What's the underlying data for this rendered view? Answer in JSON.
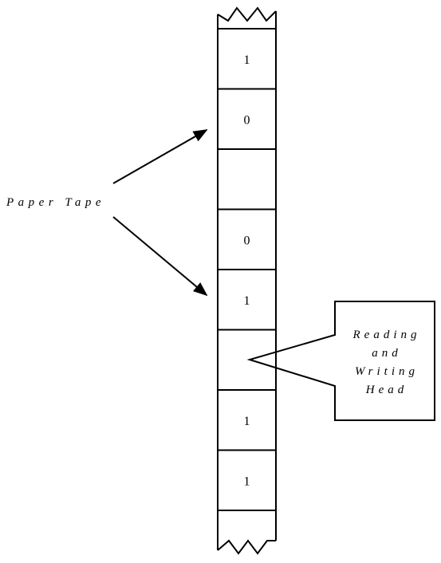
{
  "tape": {
    "cells": [
      {
        "value": "1"
      },
      {
        "value": "0"
      },
      {
        "value": ""
      },
      {
        "value": "0"
      },
      {
        "value": "1"
      },
      {
        "value": ""
      },
      {
        "value": "1"
      },
      {
        "value": "1"
      }
    ]
  },
  "labels": {
    "paper_tape": "Paper Tape",
    "head_lines": [
      "Reading",
      "and",
      "Writing",
      "Head"
    ]
  },
  "colors": {
    "ink": "#000000",
    "background": "#ffffff"
  }
}
